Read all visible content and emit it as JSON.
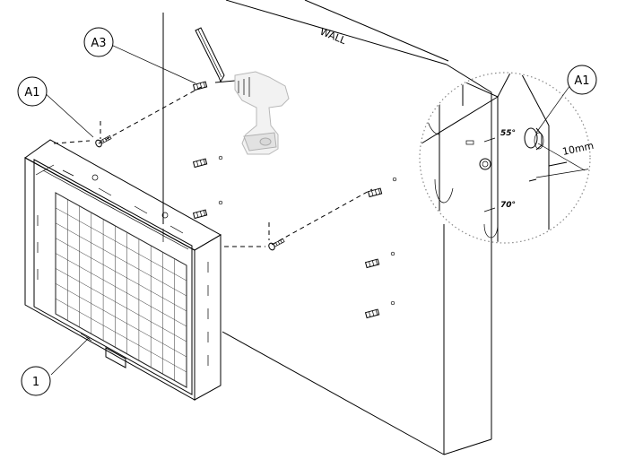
{
  "callouts": {
    "a3": "A3",
    "a1_left": "A1",
    "a1_detail": "A1",
    "item_1": "1"
  },
  "labels": {
    "wall": "WALL",
    "dimension": "10mm",
    "angle_55": "55°",
    "angle_70": "70°"
  }
}
